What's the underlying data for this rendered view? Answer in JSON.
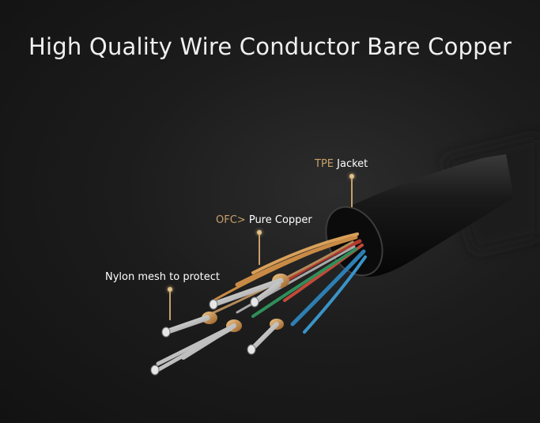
{
  "headline": "High Quality Wire Conductor Bare Copper",
  "callouts": {
    "jacket": {
      "prefix": "TPE",
      "label": "Jacket"
    },
    "copper": {
      "prefix": "OFC>",
      "label": "Pure Copper"
    },
    "nylon": {
      "label": "Nylon mesh to protect"
    }
  },
  "colors": {
    "background": "#1a1a1a",
    "accent_gold": "#c8a069",
    "jacket": "#0e0e0e",
    "copper": "#c98a45",
    "wire_red": "#b23a2c",
    "wire_blue": "#2d7fb3",
    "wire_green": "#2f8f5a",
    "wire_silver": "#cfcfcf"
  }
}
